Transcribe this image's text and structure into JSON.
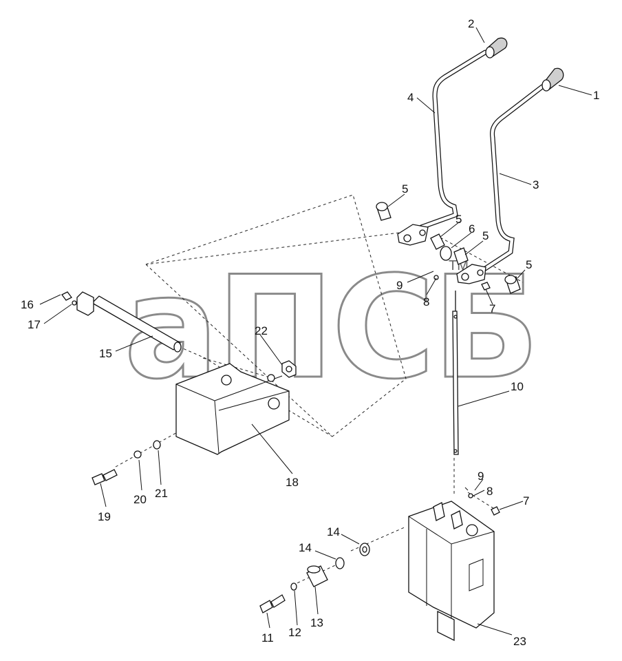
{
  "watermark": {
    "text": "аПСБ",
    "tm": "TM"
  },
  "callouts": {
    "c1": "1",
    "c2": "2",
    "c3": "3",
    "c4": "4",
    "c5a": "5",
    "c5b": "5",
    "c5c": "5",
    "c5d": "5",
    "c6": "6",
    "c7a": "7",
    "c7b": "7",
    "c8a": "8",
    "c8b": "8",
    "c9a": "9",
    "c9b": "9",
    "c10": "10",
    "c11": "11",
    "c12": "12",
    "c13": "13",
    "c14a": "14",
    "c14b": "14",
    "c15": "15",
    "c16": "16",
    "c17": "17",
    "c18": "18",
    "c19": "19",
    "c20": "20",
    "c21": "21",
    "c22": "22",
    "c23": "23"
  },
  "parts": {
    "knob_1": "knob",
    "knob_2": "knob",
    "lever_3": "lever",
    "lever_4": "lever",
    "bushing": "bushing",
    "spacer_6": "spacer",
    "bolt_7": "bolt",
    "washer_8": "washer",
    "pin_9": "cotter-pin",
    "rod_10": "control-rod",
    "bolt_11": "bolt",
    "washer_12": "washer",
    "sleeve_13": "sleeve",
    "seal_14": "seal",
    "shaft_15": "shaft",
    "bolt_16": "bolt",
    "washer_17": "washer",
    "bracket_18": "bracket",
    "bolt_19": "bolt",
    "washer_20": "washer",
    "washer_21": "washer",
    "nut_22": "nut",
    "valve_23": "control-valve"
  }
}
